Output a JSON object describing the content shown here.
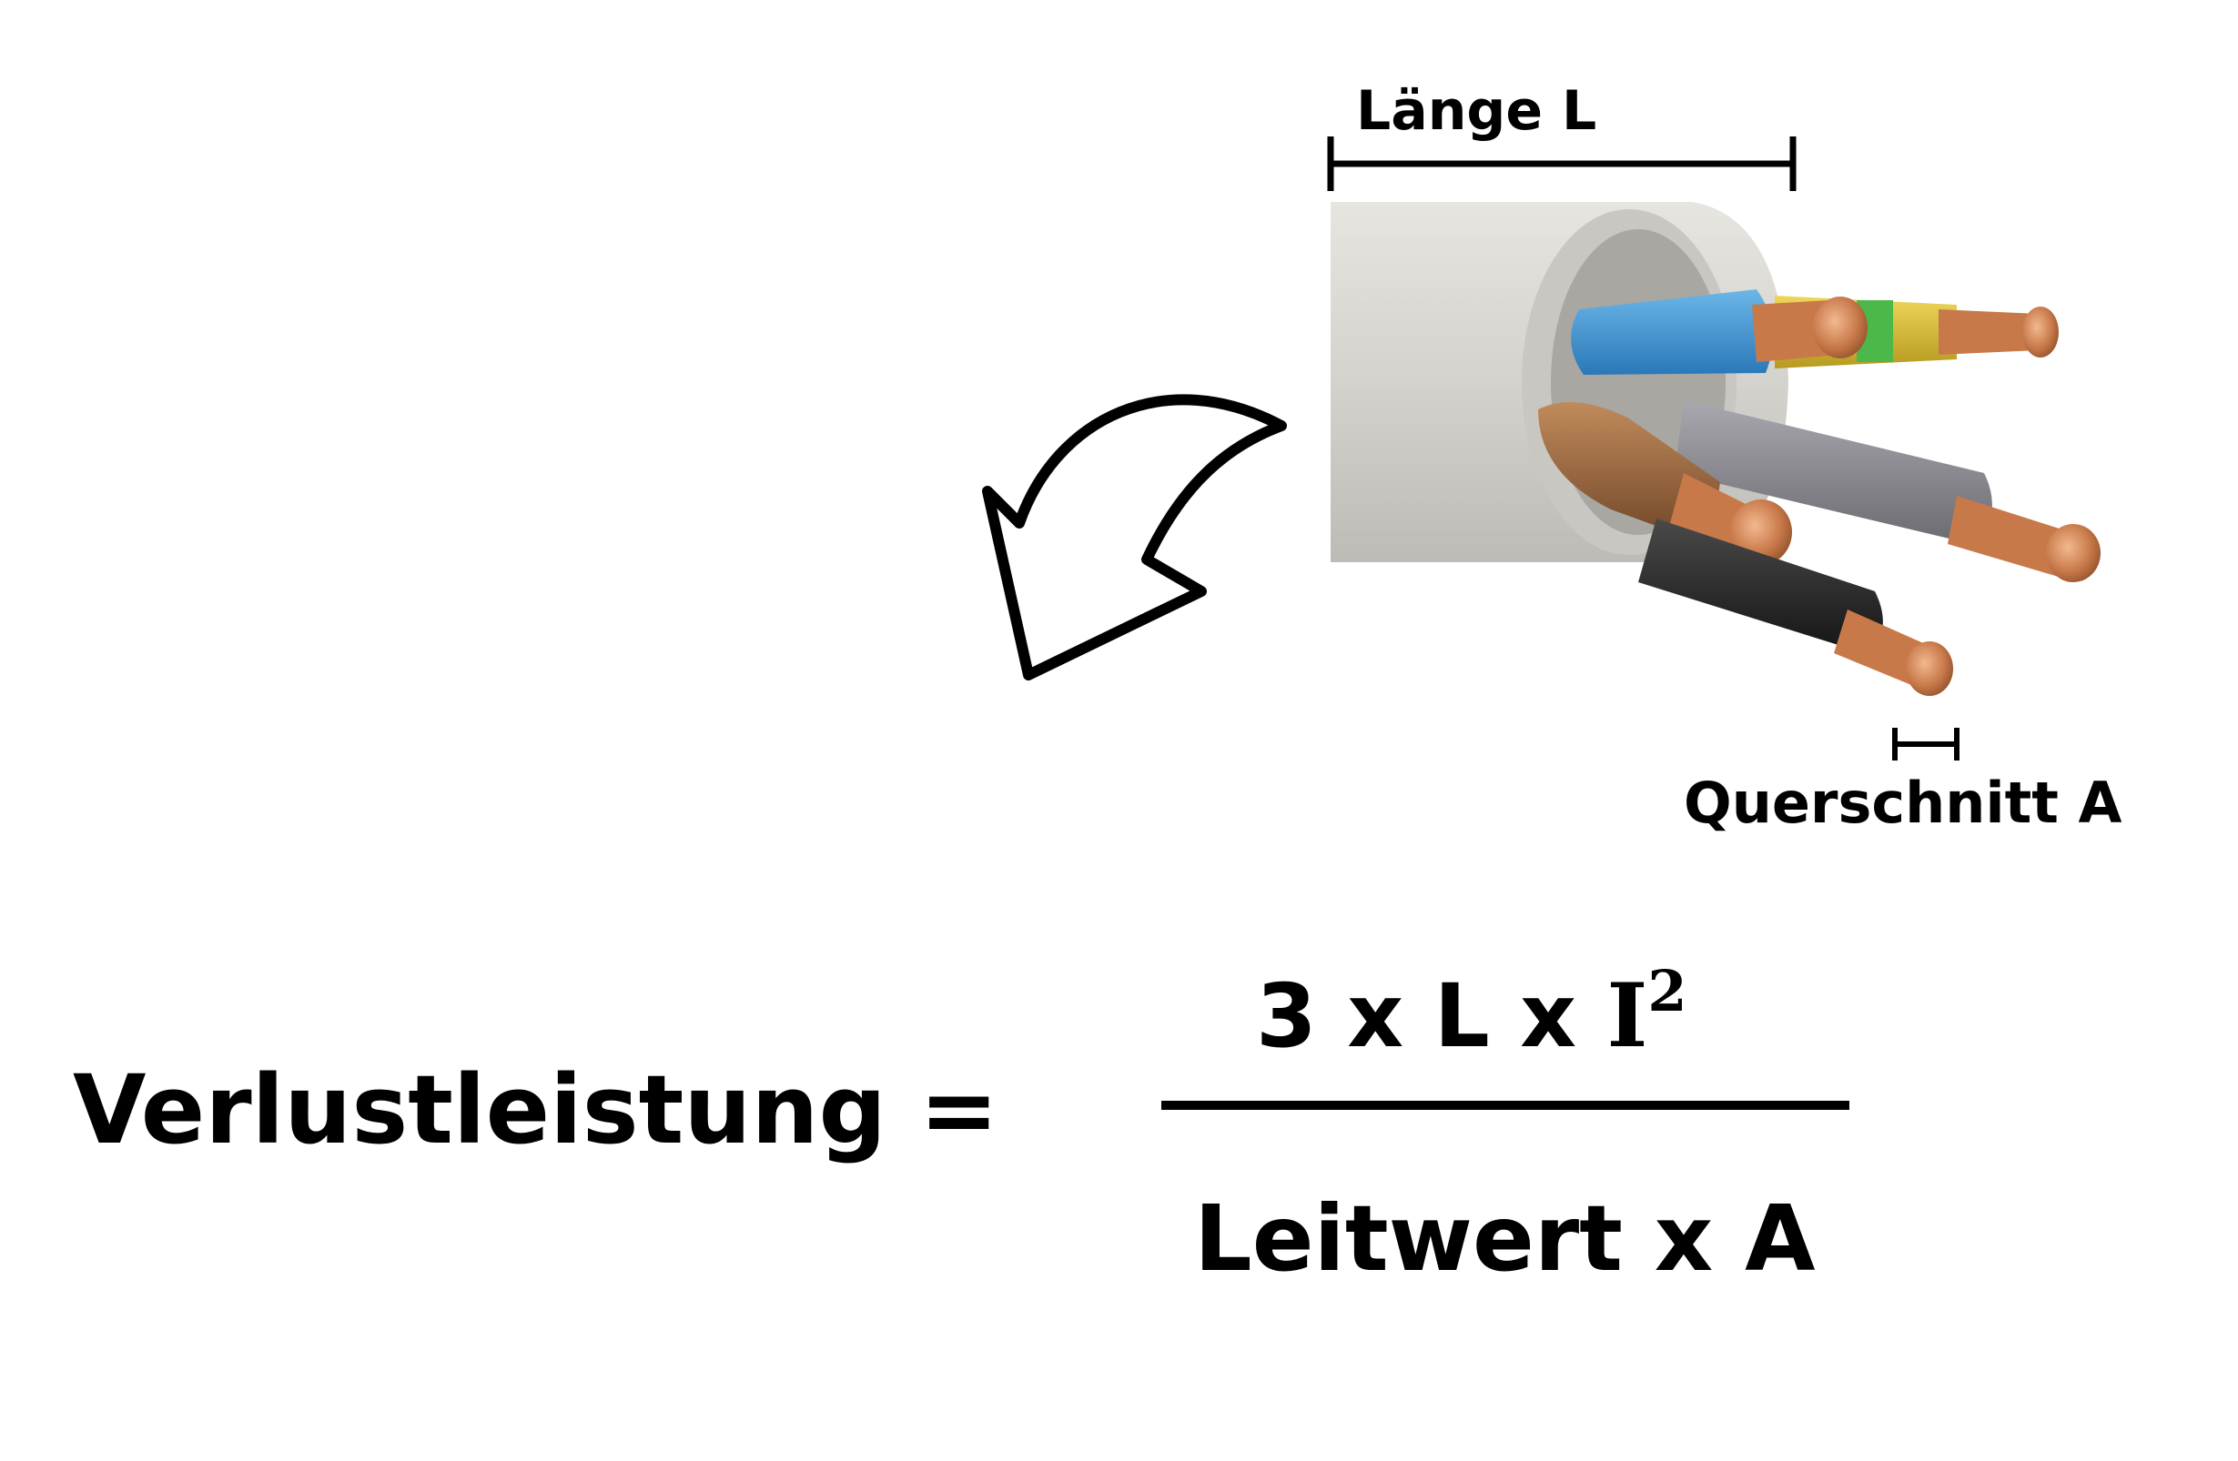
{
  "labels": {
    "length": "Länge L",
    "cross_section": "Querschnitt A"
  },
  "formula": {
    "lhs": "Verlustleistung =",
    "numerator_prefix": "3 x L x ",
    "numerator_current": "I",
    "numerator_exponent": "2",
    "denominator": "Leitwert x A"
  },
  "cable": {
    "sheath_color": "#d8d6d0",
    "wire_colors": [
      "#3f97d6",
      "#d8c23a",
      "#9a6a44",
      "#8c8c90",
      "#2c2c2c"
    ],
    "copper_color": "#c8794a"
  },
  "icons": {
    "arrow": "curved-arrow-down-left-icon"
  }
}
